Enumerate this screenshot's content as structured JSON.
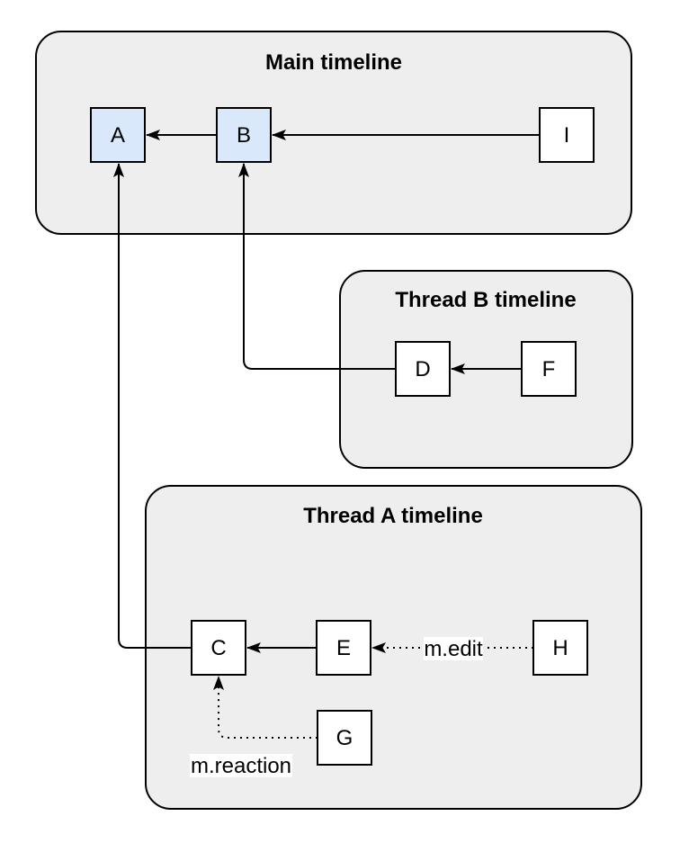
{
  "diagram": {
    "containers": {
      "main": {
        "title": "Main timeline"
      },
      "thread_b": {
        "title": "Thread B timeline"
      },
      "thread_a": {
        "title": "Thread A timeline"
      }
    },
    "nodes": {
      "a": {
        "label": "A",
        "highlighted": true
      },
      "b": {
        "label": "B",
        "highlighted": true
      },
      "i": {
        "label": "I",
        "highlighted": false
      },
      "d": {
        "label": "D",
        "highlighted": false
      },
      "f": {
        "label": "F",
        "highlighted": false
      },
      "c": {
        "label": "C",
        "highlighted": false
      },
      "e": {
        "label": "E",
        "highlighted": false
      },
      "h": {
        "label": "H",
        "highlighted": false
      },
      "g": {
        "label": "G",
        "highlighted": false
      }
    },
    "edges": {
      "b_to_a": {
        "label": ""
      },
      "i_to_b": {
        "label": ""
      },
      "f_to_d": {
        "label": ""
      },
      "d_to_b": {
        "label": ""
      },
      "c_to_a": {
        "label": ""
      },
      "e_to_c": {
        "label": ""
      },
      "h_to_e": {
        "label": "m.edit"
      },
      "g_to_c": {
        "label": "m.reaction"
      }
    },
    "colors": {
      "container_fill": "#eeeeee",
      "container_stroke": "#000000",
      "node_fill_highlight": "#dae8fc",
      "node_fill_default": "#ffffff",
      "node_stroke": "#000000",
      "edge_stroke": "#000000",
      "label_background": "#ffffff"
    }
  }
}
